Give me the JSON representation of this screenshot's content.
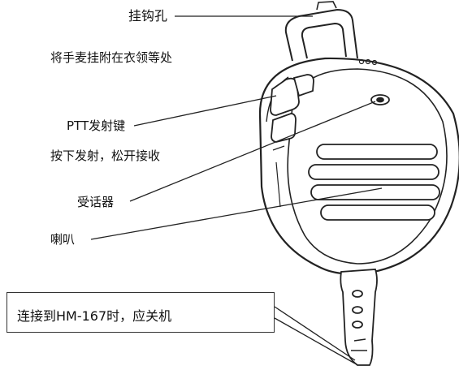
{
  "labels": {
    "hook_hole": "挂钩孔",
    "hook_desc": "将手麦挂附在衣领等处",
    "ptt_key": "PTT发射键",
    "ptt_desc": "按下发射，松开接收",
    "receiver": "受话器",
    "speaker": "喇叭",
    "callout": "连接到HM-167时，应关机"
  }
}
